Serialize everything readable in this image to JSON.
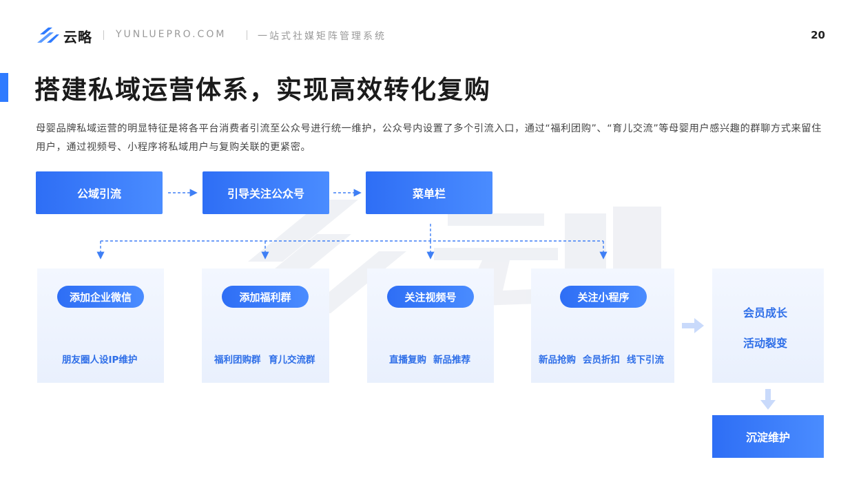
{
  "header": {
    "brand": "云略",
    "site": "YUNLUEPRO.COM",
    "tagline": "一站式社媒矩阵管理系统",
    "page_number": "20"
  },
  "title": "搭建私域运营体系，实现高效转化复购",
  "description": "母婴品牌私域运营的明显特征是将各平台消费者引流至公众号进行统一维护，公众号内设置了多个引流入口，通过“福利团购”、“育儿交流”等母婴用户感兴趣的群聊方式来留住用户，通过视频号、小程序将私域用户与复购关联的更紧密。",
  "flow": {
    "step1": "公域引流",
    "step2": "引导关注公众号",
    "step3": "菜单栏"
  },
  "branches": [
    {
      "pill": "添加企业微信",
      "items": [
        "朋友圈人设IP维护"
      ]
    },
    {
      "pill": "添加福利群",
      "items": [
        "福利团购群",
        "育儿交流群"
      ]
    },
    {
      "pill": "关注视频号",
      "items": [
        "直播复购",
        "新品推荐"
      ]
    },
    {
      "pill": "关注小程序",
      "items": [
        "新品抢购",
        "会员折扣",
        "线下引流"
      ]
    }
  ],
  "result": {
    "line1": "会员成长",
    "line2": "活动裂变",
    "final": "沉淀维护"
  },
  "colors": {
    "accent": "#2f7bff",
    "panel_bg": "#eef3fe",
    "text_blue": "#2f6fe8"
  }
}
